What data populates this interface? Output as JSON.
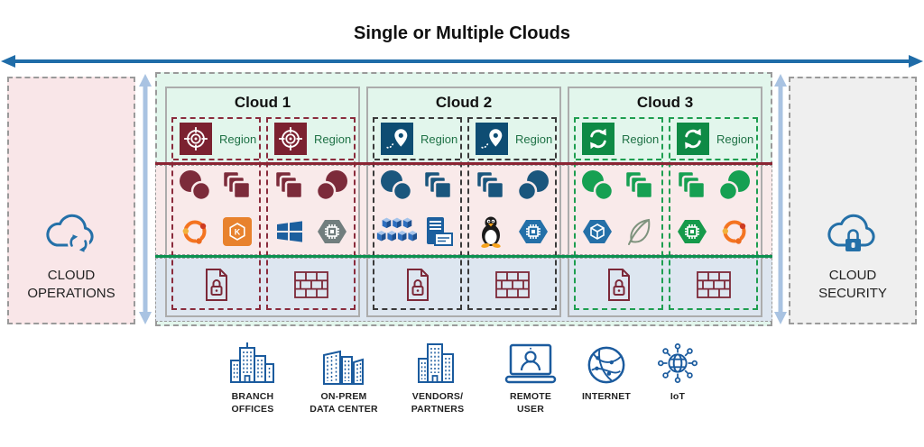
{
  "title": "Single or Multiple Clouds",
  "colors": {
    "arrow_blue": "#1F6CA8",
    "light_arrow": "#A9C3E2",
    "mint_bg": "#E2F6EC",
    "pink_band": "#F9EAEA",
    "blue_band": "#DDE6F0",
    "maroon_line": "#8B2433",
    "green_line": "#0C9150",
    "operations_bg": "#F9E6E8",
    "security_bg": "#EFEFEF",
    "cloud1_accent": "#7C2B3A",
    "cloud2_accent": "#1A567D",
    "cloud3_accent": "#16A052",
    "region_text": "#1E7145",
    "icon_blue": "#1B5B9E"
  },
  "sides": {
    "operations": {
      "label": "CLOUD OPERATIONS",
      "icon": "cloud-sync-icon"
    },
    "security": {
      "label": "CLOUD SECURITY",
      "icon": "cloud-lock-icon"
    }
  },
  "clouds": [
    {
      "name": "Cloud 1",
      "region_label": "Region",
      "region_icon": "target-icon",
      "columns": [
        {
          "workload_icons": [
            "instances-shapes",
            "containers-shapes",
            "ubuntu-logo",
            "eks-logo"
          ],
          "security_icon": "secure-document-icon"
        },
        {
          "workload_icons": [
            "containers-shapes",
            "instances-shapes",
            "windows-logo",
            "chip-hexagon-gray"
          ],
          "security_icon": "firewall-icon"
        }
      ]
    },
    {
      "name": "Cloud 2",
      "region_label": "Region",
      "region_icon": "location-pin-icon",
      "columns": [
        {
          "workload_icons": [
            "instances-shapes",
            "containers-shapes",
            "cubes-cluster",
            "virtual-machine-icon"
          ],
          "security_icon": "secure-document-icon"
        },
        {
          "workload_icons": [
            "containers-shapes",
            "instances-shapes",
            "linux-tux-logo",
            "chip-hexagon-blue"
          ],
          "security_icon": "firewall-icon"
        }
      ]
    },
    {
      "name": "Cloud 3",
      "region_label": "Region",
      "region_icon": "sync-icon",
      "columns": [
        {
          "workload_icons": [
            "instances-shapes",
            "containers-shapes",
            "gke-hexagon-logo",
            "leaf-icon"
          ],
          "security_icon": "secure-document-icon"
        },
        {
          "workload_icons": [
            "containers-shapes",
            "instances-shapes",
            "chip-hexagon-green",
            "ubuntu-logo"
          ],
          "security_icon": "firewall-icon"
        }
      ]
    }
  ],
  "edge_nodes": [
    {
      "label": "BRANCH\nOFFICES",
      "icon": "branch-offices-icon"
    },
    {
      "label": "ON-PREM\nDATA CENTER",
      "icon": "data-center-icon"
    },
    {
      "label": "VENDORS/\nPARTNERS",
      "icon": "vendors-partners-icon"
    },
    {
      "label": "REMOTE\nUSER",
      "icon": "remote-user-icon"
    },
    {
      "label": "INTERNET",
      "icon": "internet-icon"
    },
    {
      "label": "IoT",
      "icon": "iot-icon"
    }
  ]
}
